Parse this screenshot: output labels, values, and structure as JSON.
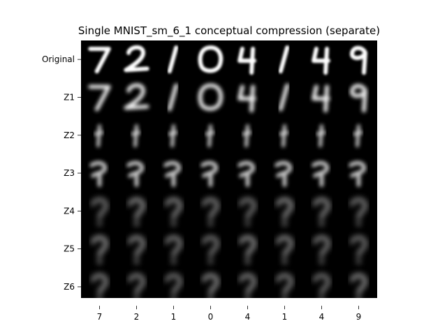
{
  "figure": {
    "title": "Single MNIST_sm_6_1 conceptual compression (separate)",
    "background": "#ffffff",
    "panel_color": "#000000",
    "stroke_color": "#ffffff"
  },
  "rows": [
    {
      "label": "Original",
      "kind": "original"
    },
    {
      "label": "Z1",
      "kind": "recon"
    },
    {
      "label": "Z2",
      "kind": "stick"
    },
    {
      "label": "Z3",
      "kind": "blob"
    },
    {
      "label": "Z4",
      "kind": "q"
    },
    {
      "label": "Z5",
      "kind": "q"
    },
    {
      "label": "Z6",
      "kind": "q"
    }
  ],
  "columns": [
    "7",
    "2",
    "1",
    "0",
    "4",
    "1",
    "4",
    "9"
  ]
}
